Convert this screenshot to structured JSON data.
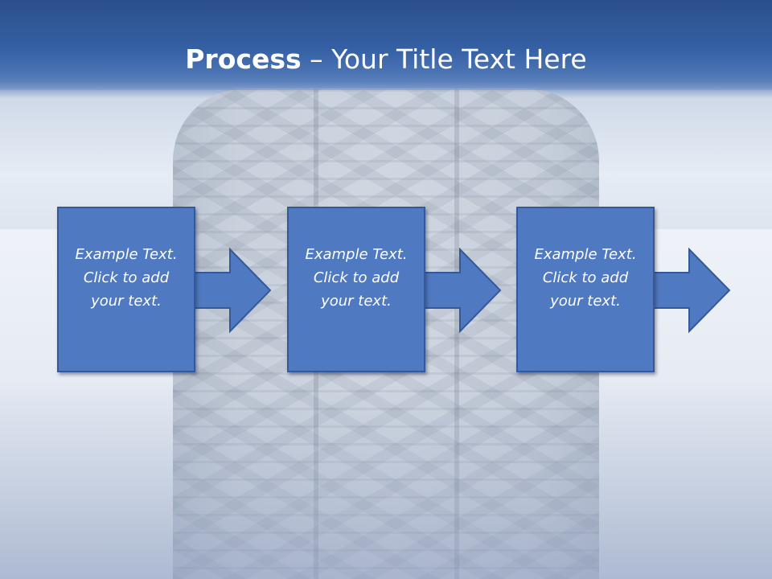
{
  "slide": {
    "title_bold": "Process",
    "title_rest": " – Your Title Text Here",
    "steps": [
      {
        "text": "Example Text. Click  to add your text."
      },
      {
        "text": "Example Text. Click  to add your text."
      },
      {
        "text": "Example Text. Click  to add your text."
      }
    ]
  },
  "colors": {
    "title_bar": "#3560a4",
    "box_fill": "#4f7ac1",
    "box_border": "#35589a"
  }
}
